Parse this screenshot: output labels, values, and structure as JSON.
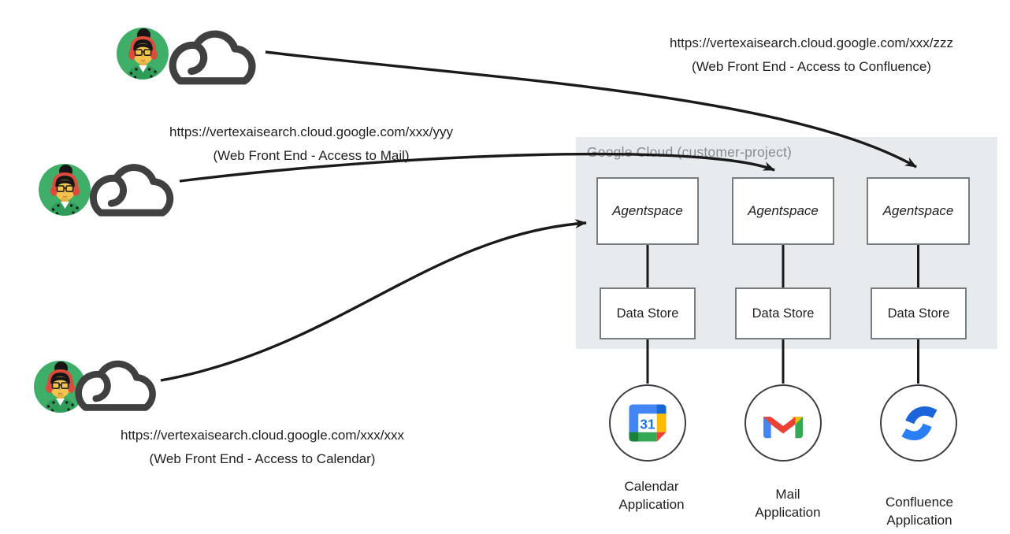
{
  "links": [
    {
      "url": "https://vertexaisearch.cloud.google.com/xxx/zzz",
      "caption": "(Web Front End - Access to Confluence)"
    },
    {
      "url": "https://vertexaisearch.cloud.google.com/xxx/yyy",
      "caption": "(Web Front End - Access to Mail)"
    },
    {
      "url": "https://vertexaisearch.cloud.google.com/xxx/xxx",
      "caption": "(Web Front End - Access to Calendar)"
    }
  ],
  "panel": {
    "title": "Google Cloud (customer-project)"
  },
  "columns": [
    {
      "agent": "Agentspace",
      "datastore": "Data Store",
      "app_label": "Calendar\nApplication",
      "icon": "google-calendar-icon"
    },
    {
      "agent": "Agentspace",
      "datastore": "Data Store",
      "app_label": "Mail\nApplication",
      "icon": "gmail-icon"
    },
    {
      "agent": "Agentspace",
      "datastore": "Data Store",
      "app_label": "Confluence\nApplication",
      "icon": "confluence-icon"
    }
  ],
  "colors": {
    "panel_bg": "#e8ebee",
    "panel_title": "#878d91",
    "box_border": "#797d80",
    "arrow": "#1a1a1a",
    "avatar_green": "#3fae68",
    "calendar_blue": "#4285f4",
    "gmail_red": "#ea4335",
    "confluence_blue": "#1b64da"
  },
  "calendar_icon_number": "31"
}
